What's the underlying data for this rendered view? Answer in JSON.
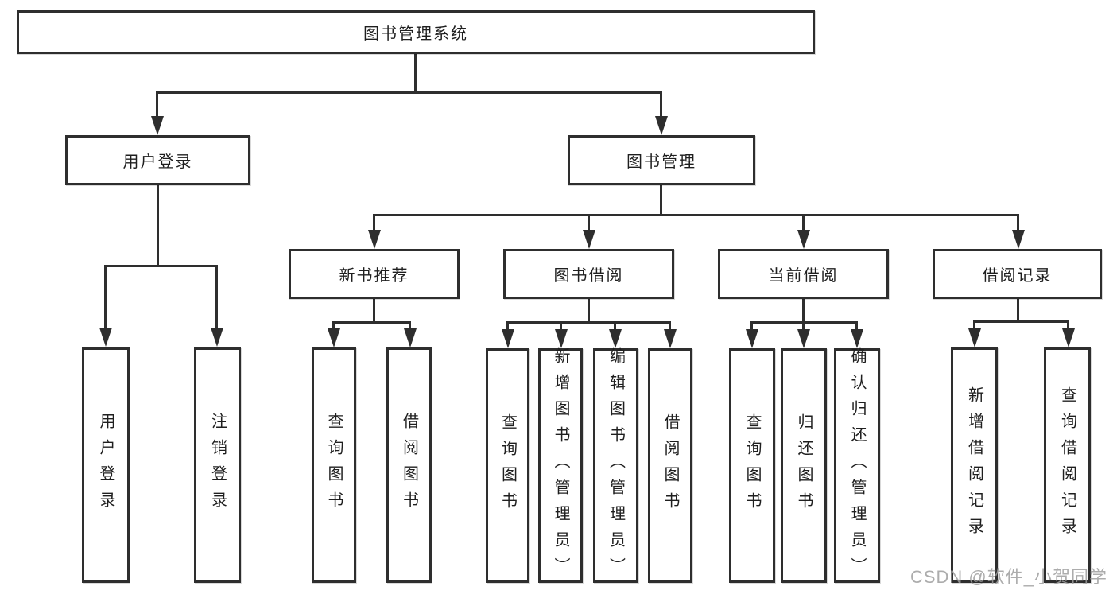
{
  "diagram": {
    "type": "hierarchy-tree",
    "title": "图书管理系统",
    "watermark": "CSDN @软件_小贺同学",
    "nodes": {
      "root": "图书管理系统",
      "user_login": "用户登录",
      "book_mgmt": "图书管理",
      "leaf_user_login": "用户登录",
      "leaf_logout": "注销登录",
      "new_book_rec": "新书推荐",
      "book_borrow": "图书借阅",
      "current_borrow": "当前借阅",
      "borrow_records": "借阅记录",
      "nbr_query_book": "查询图书",
      "nbr_borrow_book": "借阅图书",
      "bb_query_book": "查询图书",
      "bb_add_book": "新增图书（管理员）",
      "bb_edit_book": "编辑图书（管理员）",
      "bb_borrow_book": "借阅图书",
      "cb_query_book": "查询图书",
      "cb_return_book": "归还图书",
      "cb_confirm_return": "确认归还（管理员）",
      "br_add_record": "新增借阅记录",
      "br_query_record": "查询借阅记录"
    },
    "edges": [
      [
        "root",
        "user_login"
      ],
      [
        "root",
        "book_mgmt"
      ],
      [
        "user_login",
        "leaf_user_login"
      ],
      [
        "user_login",
        "leaf_logout"
      ],
      [
        "book_mgmt",
        "new_book_rec"
      ],
      [
        "book_mgmt",
        "book_borrow"
      ],
      [
        "book_mgmt",
        "current_borrow"
      ],
      [
        "book_mgmt",
        "borrow_records"
      ],
      [
        "new_book_rec",
        "nbr_query_book"
      ],
      [
        "new_book_rec",
        "nbr_borrow_book"
      ],
      [
        "book_borrow",
        "bb_query_book"
      ],
      [
        "book_borrow",
        "bb_add_book"
      ],
      [
        "book_borrow",
        "bb_edit_book"
      ],
      [
        "book_borrow",
        "bb_borrow_book"
      ],
      [
        "current_borrow",
        "cb_query_book"
      ],
      [
        "current_borrow",
        "cb_return_book"
      ],
      [
        "current_borrow",
        "cb_confirm_return"
      ],
      [
        "borrow_records",
        "br_add_record"
      ],
      [
        "borrow_records",
        "br_query_record"
      ]
    ],
    "colors": {
      "line": "#2e2e2e",
      "text": "#1f1f1f",
      "background": "#ffffff",
      "watermark": "#9e9e9e"
    }
  }
}
